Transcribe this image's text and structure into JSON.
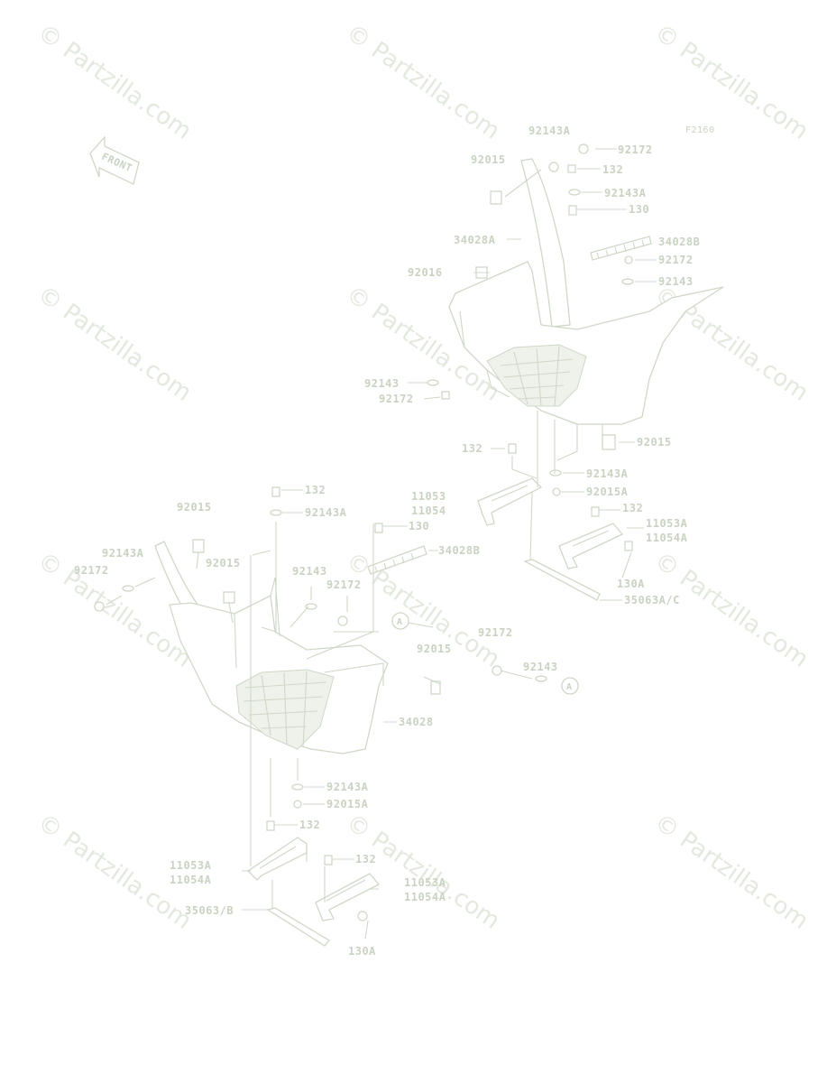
{
  "diagram": {
    "code": "F2160",
    "front_arrow": "FRONT",
    "ref_marker": "A",
    "watermark": "© Partzilla.com",
    "labels": {
      "l01": "92143A",
      "l02": "92172",
      "l03": "92015",
      "l04": "132",
      "l05": "92143A",
      "l06": "130",
      "l07": "34028A",
      "l08": "34028B",
      "l09": "92172",
      "l10": "92016",
      "l11": "92143",
      "l12": "92143",
      "l13": "92172",
      "l14": "92015",
      "l15": "132",
      "l16": "92143A",
      "l17": "11053",
      "l18": "11054",
      "l19": "92015A",
      "l20": "132",
      "l21": "11053A",
      "l22": "11054A",
      "l23": "130A",
      "l24": "35063A/C",
      "l25": "92015",
      "l26": "132",
      "l27": "92143A",
      "l28": "130",
      "l29": "34028B",
      "l30": "92143A",
      "l31": "92172",
      "l32": "92015",
      "l33": "92143",
      "l34": "92172",
      "l35": "92015",
      "l36": "92172",
      "l37": "92143",
      "l38": "34028",
      "l39": "92143A",
      "l40": "92015A",
      "l41": "132",
      "l42": "11053A",
      "l43": "11054A",
      "l44": "132",
      "l45": "11053A",
      "l46": "11054A",
      "l47": "35063/B",
      "l48": "130A"
    }
  }
}
